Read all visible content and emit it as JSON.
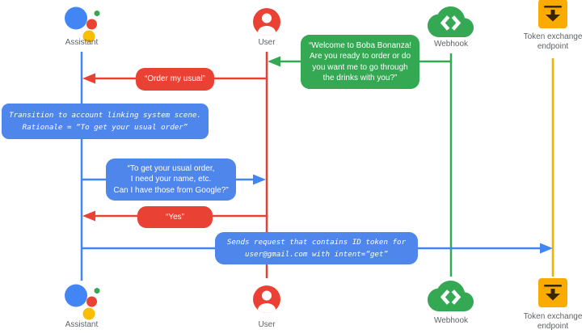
{
  "actors": {
    "assistant": {
      "label": "Assistant",
      "icon": "google-assistant-icon",
      "lifeline_color": "#4285f4"
    },
    "user": {
      "label": "User",
      "icon": "user-icon",
      "lifeline_color": "#e94235"
    },
    "webhook": {
      "label": "Webhook",
      "icon": "webhook-cloud-icon",
      "lifeline_color": "#34a853"
    },
    "token_endpoint": {
      "label": "Token exchange endpoint",
      "icon": "token-exchange-endpoint-icon",
      "lifeline_color": "#f9ab00"
    }
  },
  "messages": {
    "welcome": {
      "from": "Webhook",
      "to": "User",
      "color": "#34a853",
      "text": "“Welcome to Boba Bonanza!\nAre you ready to order or do\nyou want me to go through\nthe drinks with you?”"
    },
    "order_usual": {
      "from": "User",
      "to": "Assistant",
      "color": "#e94235",
      "text": "“Order my usual”"
    },
    "transition_note": {
      "over": "Assistant",
      "color": "#4e86ec",
      "text": "Transition to account linking system scene.\nRationale = “To get your usual order”"
    },
    "ask_google": {
      "from": "Assistant",
      "to": "User",
      "color": "#4e86ec",
      "text": "“To get your usual order,\nI need your name, etc.\nCan I have those from Google?”"
    },
    "yes": {
      "from": "User",
      "to": "Assistant",
      "color": "#e94235",
      "text": "“Yes”"
    },
    "send_request": {
      "from": "Assistant",
      "to": "Token exchange endpoint",
      "color": "#4e86ec",
      "text": "Sends request that contains ID token for\nuser@gmail.com with intent=“get”"
    }
  },
  "colors": {
    "assistant_blue": "#4285f4",
    "user_red": "#e94235",
    "webhook_green": "#34a853",
    "token_amber": "#f9ab00",
    "assistant_logo_yellow": "#fbbc04",
    "label_gray": "#5f6368"
  }
}
